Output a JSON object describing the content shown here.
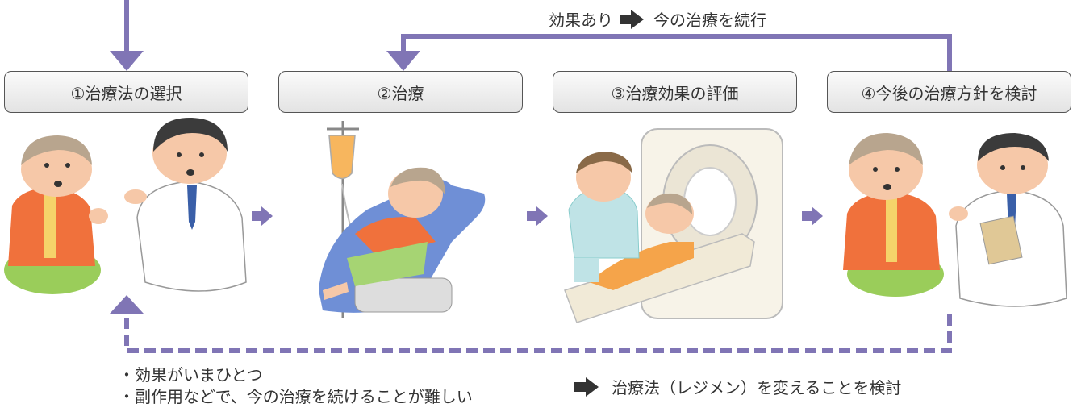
{
  "top_note": {
    "left": "効果あり",
    "right": "今の治療を続行"
  },
  "steps": [
    {
      "label": "①治療法の選択"
    },
    {
      "label": "②治療"
    },
    {
      "label": "③治療効果の評価"
    },
    {
      "label": "④今後の治療方針を検討"
    }
  ],
  "bottom": {
    "bullets": [
      "・効果がいまひとつ",
      "・副作用などで、今の治療を続けることが難しい"
    ],
    "result": "治療法（レジメン）を変えることを検討"
  },
  "illustrations": [
    {
      "name": "patient-doctor-consultation"
    },
    {
      "name": "iv-drip-treatment"
    },
    {
      "name": "ct-scan"
    },
    {
      "name": "follow-up-consultation"
    }
  ],
  "colors": {
    "flow": "#8075b5",
    "arrow_dark": "#333333",
    "box_border": "#555555",
    "orange": "#f0713c",
    "skin": "#f6c8a8",
    "green": "#9acd5a"
  }
}
